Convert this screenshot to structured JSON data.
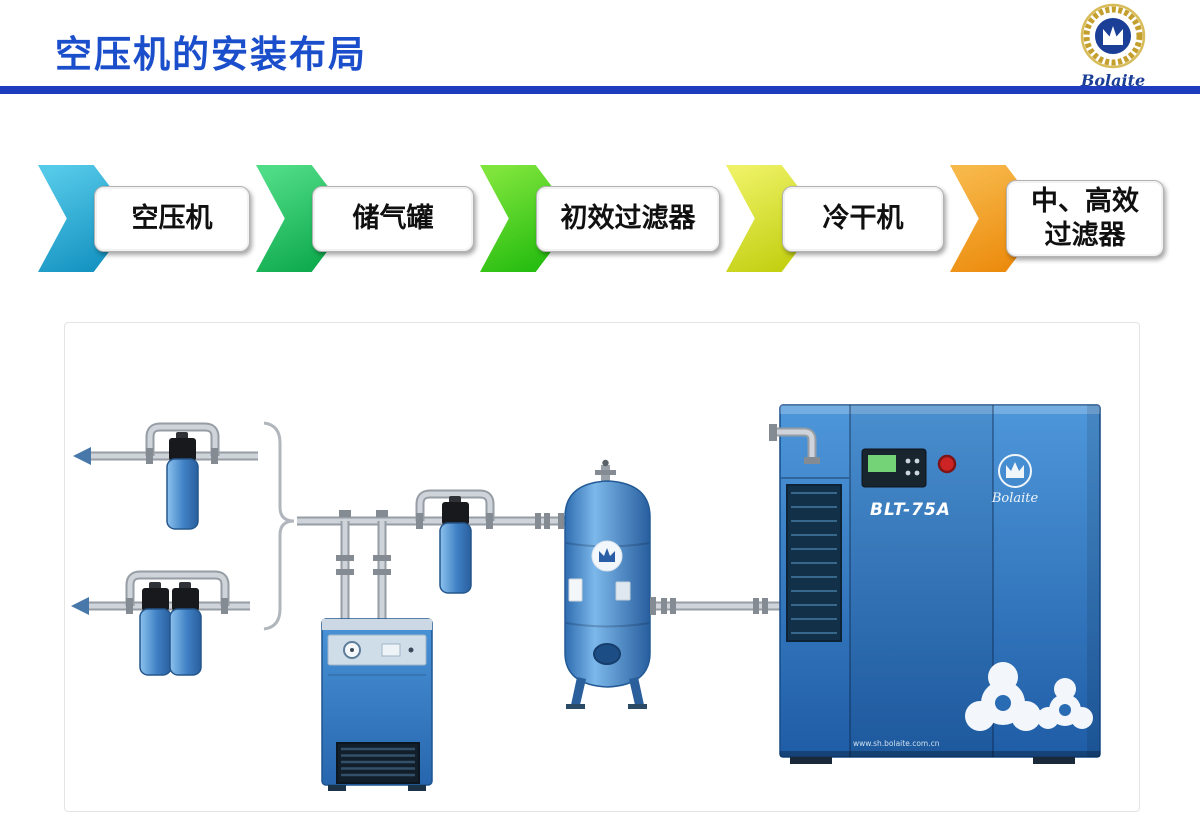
{
  "theme": {
    "accent": "#1b4ecb",
    "rule": "#1d3cbe",
    "brand_blue": "#1b3e97"
  },
  "header": {
    "title": "空压机的安装布局"
  },
  "logo": {
    "brand": "Bolaite"
  },
  "flow": {
    "steps": [
      {
        "label": "空压机",
        "color_start": "#55c9e8",
        "color_end": "#1694c2"
      },
      {
        "label": "储气罐",
        "color_start": "#4fdc86",
        "color_end": "#10ab4e"
      },
      {
        "label": "初效过滤器",
        "color_start": "#7fe53c",
        "color_end": "#27bd10"
      },
      {
        "label": "冷干机",
        "color_start": "#edf163",
        "color_end": "#c3d013"
      },
      {
        "label": "中、高效\n过滤器",
        "color_start": "#f7b84a",
        "color_end": "#ec8c0e"
      }
    ]
  },
  "diagram": {
    "compressor": {
      "model": "BLT-75A",
      "brand": "Bolaite",
      "website": "www.sh.bolaite.com.cn"
    }
  }
}
